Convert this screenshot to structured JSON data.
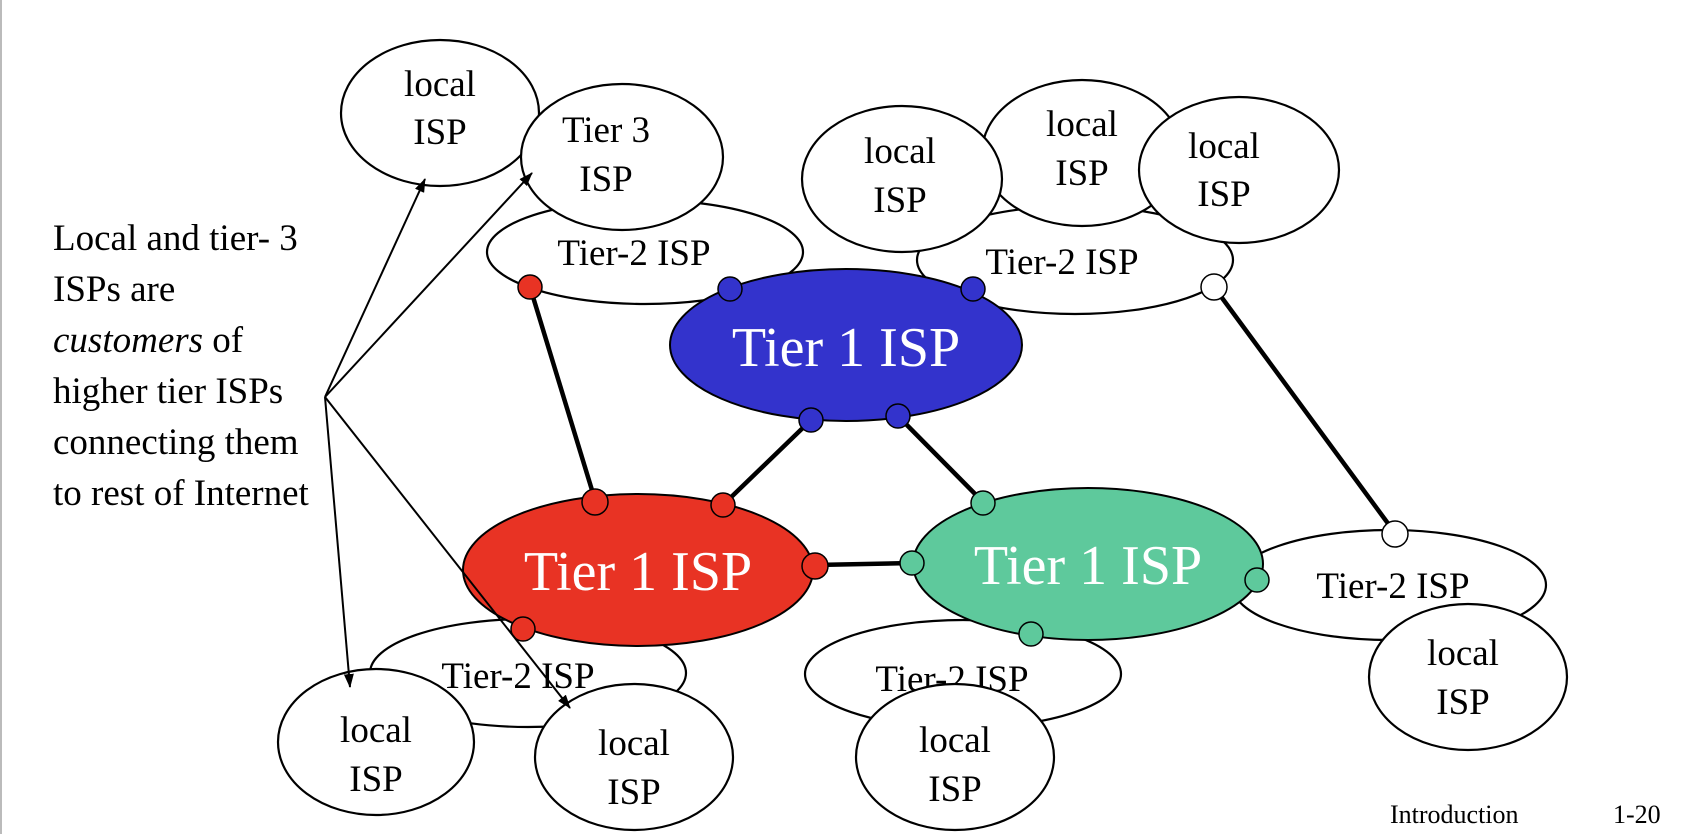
{
  "colors": {
    "tier1_blue": "#3333cc",
    "tier1_red": "#e83324",
    "tier1_green": "#5ec99c",
    "connector_white": "#ffffff",
    "outline": "#000000"
  },
  "nodes": {
    "local_top_left": [
      "local",
      "ISP"
    ],
    "tier3": [
      "Tier 3",
      "ISP"
    ],
    "local_top_a": [
      "local",
      "ISP"
    ],
    "local_top_b": [
      "local",
      "ISP"
    ],
    "local_top_c": [
      "local",
      "ISP"
    ],
    "tier2_top_left": "Tier-2 ISP",
    "tier2_top_right": "Tier-2 ISP",
    "tier1_blue": "Tier 1 ISP",
    "tier1_red": "Tier 1 ISP",
    "tier1_green": "Tier 1 ISP",
    "tier2_bottom_left": "Tier-2 ISP",
    "tier2_bottom_mid": "Tier-2 ISP",
    "tier2_right": "Tier-2 ISP",
    "local_bottom_left_a": [
      "local",
      "ISP"
    ],
    "local_bottom_left_b": [
      "local",
      "ISP"
    ],
    "local_bottom_mid": [
      "local",
      "ISP"
    ],
    "local_right": [
      "local",
      "ISP"
    ]
  },
  "annotation": {
    "line1": "Local and tier- 3",
    "line2": "ISPs are",
    "line3_italic": "customers",
    "line3_rest": " of",
    "line4": "higher tier ISPs",
    "line5": "connecting them",
    "line6": "to rest of Internet"
  },
  "footer": {
    "section": "Introduction",
    "page": "1-20"
  }
}
